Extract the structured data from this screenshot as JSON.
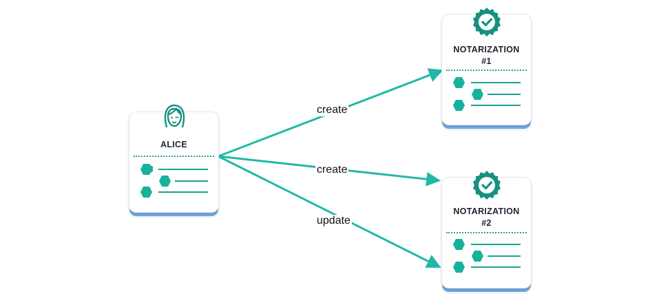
{
  "diagram": {
    "nodes": {
      "alice": {
        "title": "ALICE",
        "icon": "person-icon"
      },
      "notarization_1": {
        "title_line1": "NOTARIZATION",
        "title_line2": "#1",
        "icon": "verified-badge-icon"
      },
      "notarization_2": {
        "title_line1": "NOTARIZATION",
        "title_line2": "#2",
        "icon": "verified-badge-icon"
      }
    },
    "edges": [
      {
        "from": "alice",
        "to": "notarization_1",
        "label": "create"
      },
      {
        "from": "alice",
        "to": "notarization_2",
        "label": "create"
      },
      {
        "from": "alice",
        "to": "notarization_2",
        "label": "update"
      }
    ],
    "colors": {
      "accent": "#1fb9a5",
      "accent_dark": "#15927f",
      "hexagon": "#17b29c",
      "card_base": "#6ea6de",
      "title_text": "#1f2230"
    }
  }
}
